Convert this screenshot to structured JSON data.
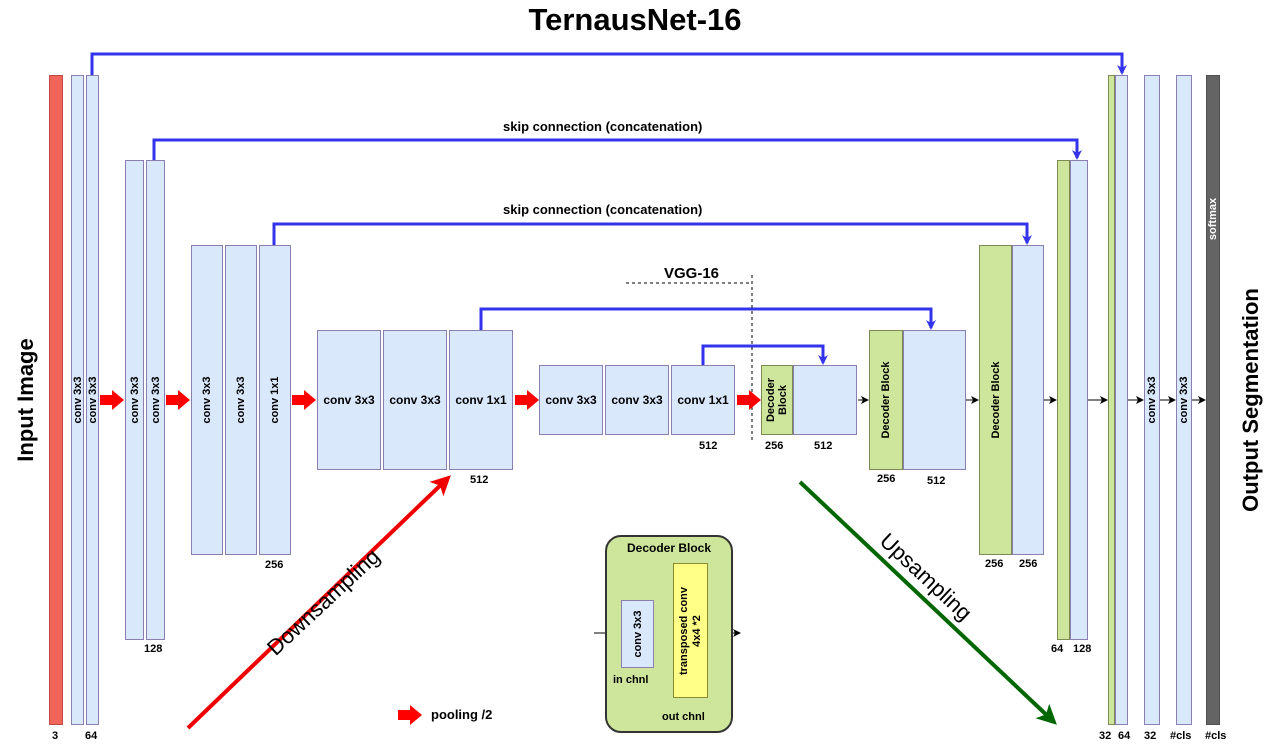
{
  "title": "TernausNet-16",
  "side_labels": {
    "input": "Input Image",
    "output": "Output Segmentation"
  },
  "skip_labels": {
    "skip2": "skip connection (concatenation)",
    "skip3": "skip connection (concatenation)"
  },
  "vgg_label": "VGG-16",
  "downsampling": "Downsampling",
  "upsampling": "Upsampling",
  "pooling_legend": "pooling /2",
  "colors": {
    "encoder": "#dae8fc",
    "decoder": "#cde69b",
    "input": "#f0645a",
    "softmax": "#646464",
    "skip": "#3333ee",
    "pool": "#ff0000",
    "down_arrow": "#ee0000",
    "up_arrow": "#006600"
  },
  "blocks": {
    "e1a": "conv 3x3",
    "e1b": "conv 3x3",
    "e2a": "conv 3x3",
    "e2b": "conv 3x3",
    "e3a": "conv 3x3",
    "e3b": "conv 3x3",
    "e3c": "conv 1x1",
    "e4a": "conv 3x3",
    "e4b": "conv 3x3",
    "e4c": "conv 1x1",
    "e5a": "conv 3x3",
    "e5b": "conv 3x3",
    "e5c": "conv 1x1",
    "center_decoder": "Decoder Block",
    "dec4": "Decoder Block",
    "dec3": "Decoder Block",
    "f1": "conv 3x3",
    "f2": "conv 3x3",
    "softmax": "softmax"
  },
  "numbers": {
    "input": "3",
    "e1": "64",
    "e2": "128",
    "e3": "256",
    "e4": "512",
    "e5": "512",
    "center_dec": "256",
    "center_blue": "512",
    "d4_dec": "256",
    "d4_blue": "512",
    "d3_dec": "256",
    "d3_blue": "256",
    "d2_dec": "64",
    "d2_blue": "128",
    "d1_dec": "32",
    "d1_blue": "64",
    "f1": "32",
    "f2": "#cls",
    "softmax": "#cls"
  },
  "decoder_legend": {
    "title": "Decoder Block",
    "conv": "conv 3x3",
    "transposed": "transposed conv",
    "transposed_detail": "4x4 *2",
    "in_label": "in chnl",
    "out_label": "out chnl"
  }
}
